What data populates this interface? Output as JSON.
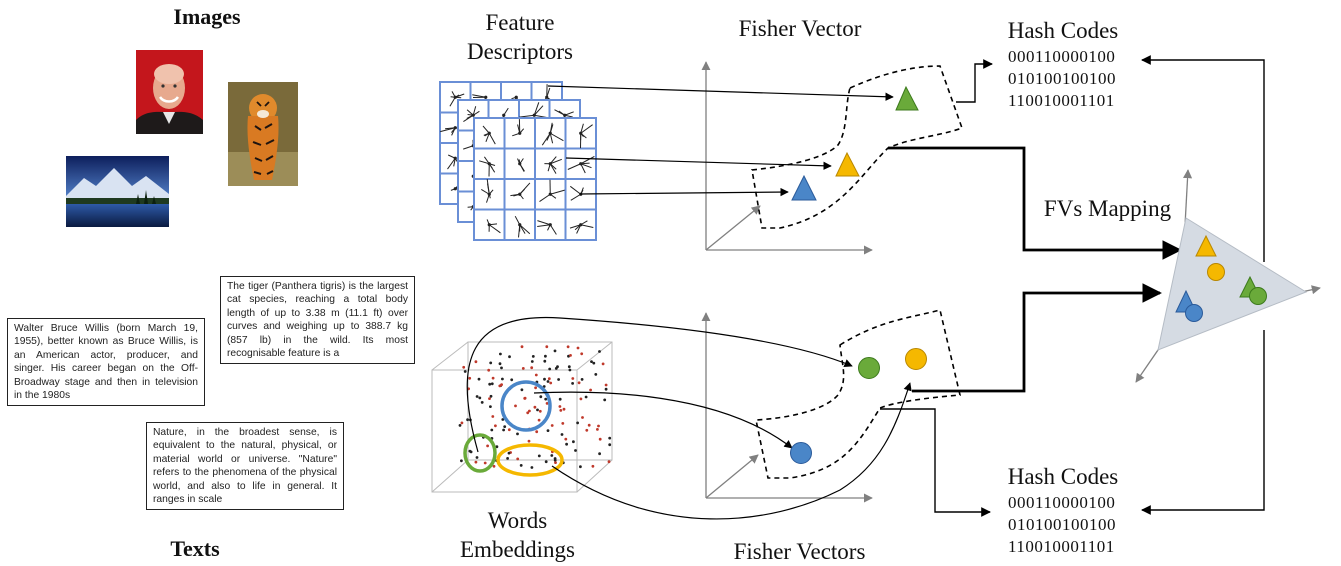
{
  "sections": {
    "images_title": "Images",
    "texts_title": "Texts"
  },
  "labels": {
    "feature_descriptors": [
      "Feature",
      "Descriptors"
    ],
    "fisher_vector": "Fisher Vector",
    "fisher_vectors": "Fisher Vectors",
    "words_embeddings": [
      "Words",
      "Embeddings"
    ],
    "fvs_mapping": "FVs Mapping"
  },
  "hash_codes_top": {
    "title": "Hash Codes",
    "codes": [
      "000110000100",
      "010100100100",
      "110010001101"
    ]
  },
  "hash_codes_bottom": {
    "title": "Hash Codes",
    "codes": [
      "000110000100",
      "010100100100",
      "110010001101"
    ]
  },
  "texts": {
    "willis": "Walter Bruce Willis (born March 19, 1955), better known as Bruce Willis, is an American actor, producer, and singer. His career began on the Off-Broadway stage and then in television in the 1980s",
    "tiger": "The tiger (Panthera tigris) is the largest cat species, reaching a total body length of up to 3.38 m (11.1 ft) over curves and weighing up to 388.7 kg (857 lb) in the wild. Its most recognisable feature is a",
    "nature": "Nature, in the broadest sense, is equivalent to the natural, physical, or material world or universe. \"Nature\" refers to the phenomena of the physical world, and also to life in general. It ranges in scale"
  },
  "colors": {
    "green": "#6aaa3a",
    "yellow": "#f5b800",
    "blue": "#4a86c8",
    "grid_blue": "#6a8fd6",
    "triangle_fill": "#d5dbe3",
    "axis_gray": "#808080"
  },
  "icons": [
    "person-photo",
    "tiger-photo",
    "landscape-photo",
    "document-note-icon"
  ]
}
